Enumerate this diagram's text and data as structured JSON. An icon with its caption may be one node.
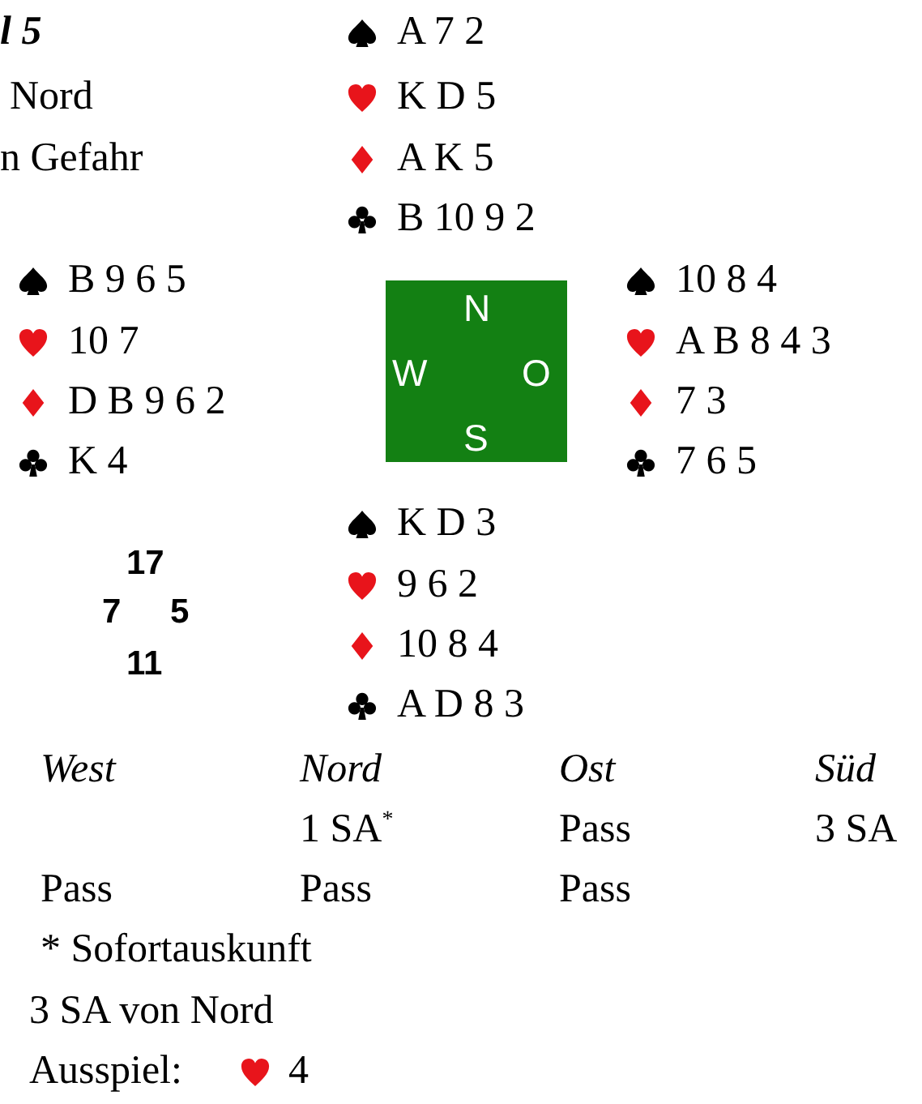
{
  "diagram": {
    "nodes": [
      {
        "text": [
          "N",
          "W",
          "O",
          "S"
        ]
      }
    ],
    "labels": [
      "l 5",
      "Nord",
      "n Gefahr",
      "A 7 2",
      "K D 5",
      "A K 5",
      "B 10 9 2",
      "B 9 6 5",
      "10 7",
      "D B 9 6 2",
      "K 4",
      "10 8 4",
      "A B 8 4 3",
      "7 3",
      "7 6 5",
      "K D 3",
      "9 6 2",
      "10 8 4",
      "A D 8 3",
      "17",
      "7",
      "5",
      "11",
      "West",
      "Nord",
      "Ost",
      "Süd",
      "1 SA$^{*}$",
      "Pass",
      "3 SA",
      "Pass",
      "Pass",
      "Pass",
      "* Sofortauskunft",
      "3 SA von Nord",
      "Ausspiel:",
      "4"
    ]
  }
}
